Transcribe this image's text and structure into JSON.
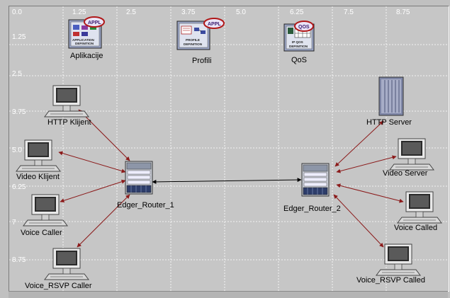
{
  "axis": {
    "x_ticks": [
      "0.0",
      "1.25",
      "2.5",
      "3.75",
      "5.0",
      "6.25",
      "7.5",
      "8.75"
    ],
    "y_ticks": [
      "1.25",
      "2.5",
      "3.75",
      "5.0",
      "6.25",
      "7",
      "8.75"
    ]
  },
  "config_objects": {
    "applications": {
      "badge": "APPL",
      "card_line1": "APPLICATION",
      "card_line2": "DEFINITION",
      "label": "Aplikacije",
      "icon": "application-definition-icon"
    },
    "profiles": {
      "badge": "APPL",
      "card_line1": "PROFILE",
      "card_line2": "DEFINITION",
      "label": "Profili",
      "icon": "profile-definition-icon"
    },
    "qos": {
      "badge": "QOS",
      "card_line1": "IP QOS",
      "card_line2": "DEFINITION",
      "label": "QoS",
      "icon": "ip-qos-definition-icon"
    }
  },
  "nodes": {
    "http_client": {
      "label": "HTTP Klijent",
      "icon": "workstation-icon"
    },
    "video_client": {
      "label": "Video Klijent",
      "icon": "workstation-icon"
    },
    "voice_caller": {
      "label": "Voice Caller",
      "icon": "workstation-icon"
    },
    "voice_rsvp_caller": {
      "label": "Voice_RSVP Caller",
      "icon": "workstation-icon"
    },
    "router_1": {
      "label": "Edger_Router_1",
      "icon": "router-icon"
    },
    "router_2": {
      "label": "Edger_Router_2",
      "icon": "router-icon"
    },
    "http_server": {
      "label": "HTTP Server",
      "icon": "server-icon"
    },
    "video_server": {
      "label": "Video Server",
      "icon": "workstation-icon"
    },
    "voice_called": {
      "label": "Voice Called",
      "icon": "workstation-icon"
    },
    "voice_rsvp_called": {
      "label": "Voice_RSVP Called",
      "icon": "workstation-icon"
    }
  },
  "colors": {
    "grid": "#ffffff",
    "link": "#8b1a1a",
    "backbone": "#000000",
    "badge_ring": "#b01818"
  }
}
